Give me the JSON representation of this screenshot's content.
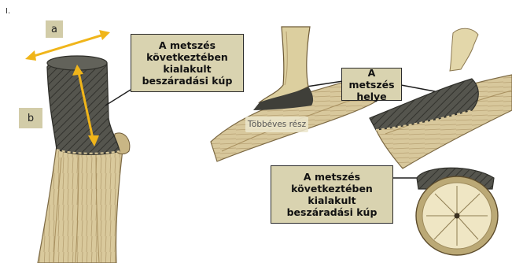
{
  "corner_mark": "I.",
  "dimension_a": "a",
  "dimension_b": "b",
  "label_cone_left": "A metszés következtében kialakult beszáradási kúp",
  "label_cut_place": "A metszés helye",
  "label_perennial": "Többéves rész",
  "label_cone_bottom": "A metszés következtében kialakult beszáradási kúp",
  "colors": {
    "label_fill": "#d9d3b0",
    "arrow": "#f0b51a",
    "cone": "#4f4f48",
    "wood": "#d8c79a",
    "bark": "#b49c66"
  }
}
